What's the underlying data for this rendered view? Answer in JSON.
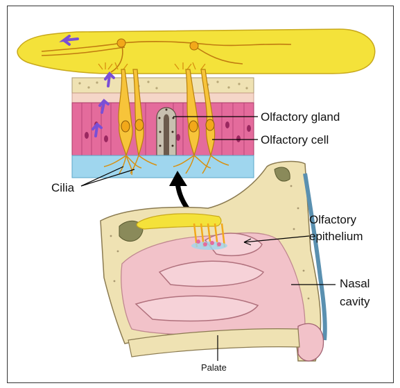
{
  "labels": {
    "olfactory_gland": "Olfactory gland",
    "olfactory_cell": "Olfactory cell",
    "cilia": "Cilia",
    "olfactory_epithelium_line1": "Olfactory",
    "olfactory_epithelium_line2": "epithelium",
    "nasal_cavity_line1": "Nasal",
    "nasal_cavity_line2": "cavity",
    "palate": "Palate"
  },
  "colors": {
    "bulb_yellow": "#f4e23a",
    "neuron_orange": "#f2a81a",
    "epithelium_pink": "#e46b9c",
    "mucus_blue": "#9fd6ee",
    "bone_beige": "#efe2b3",
    "tissue_pink": "#f2c2c9",
    "signal_purple": "#7a4fd6"
  }
}
